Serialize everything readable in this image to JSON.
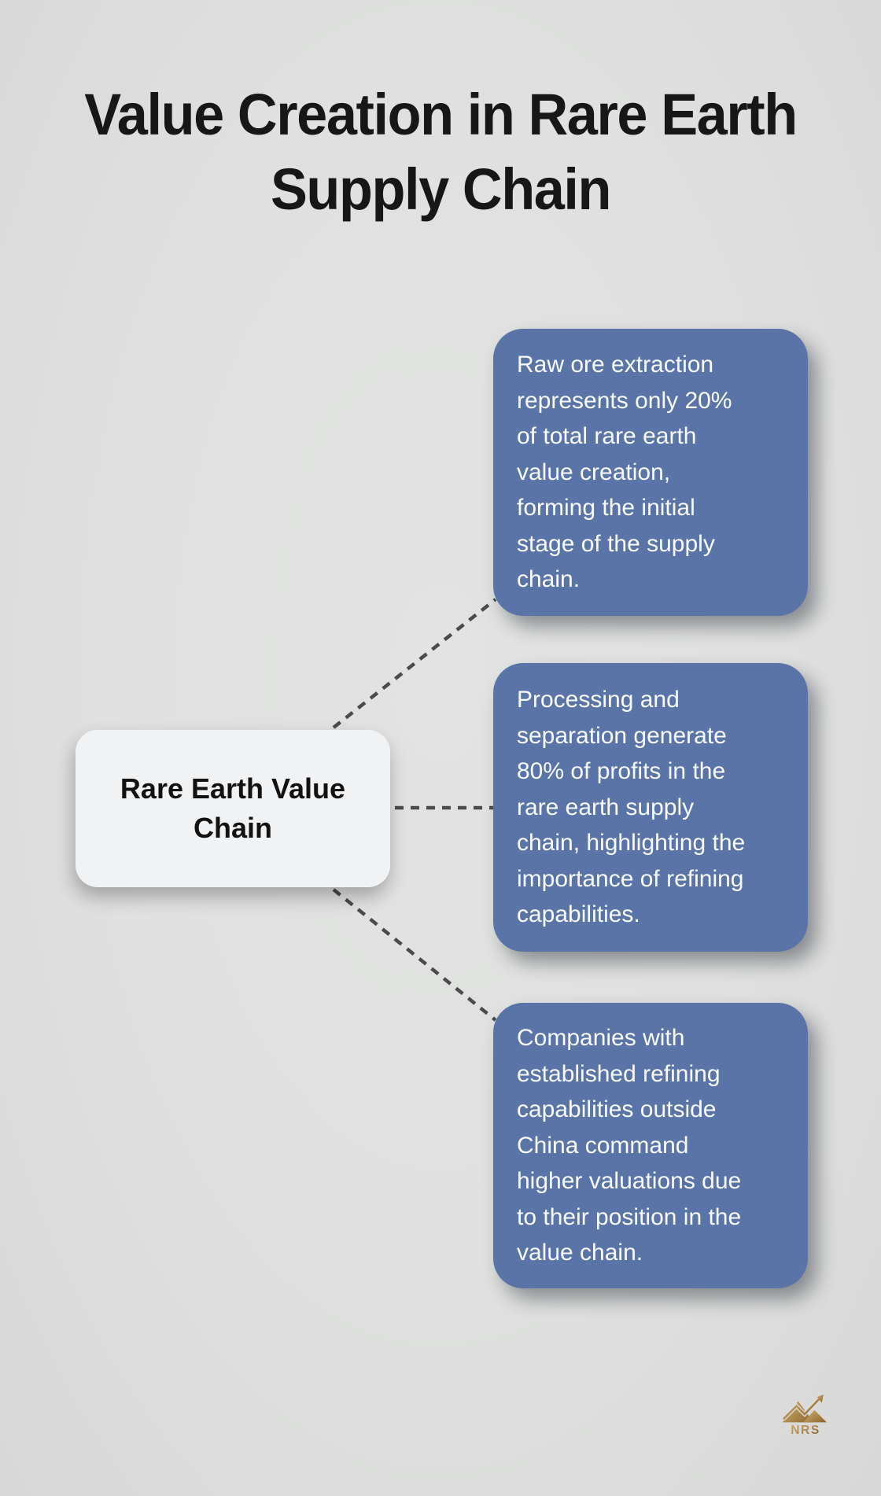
{
  "title": "Value Creation in Rare Earth\nSupply Chain",
  "center_node": {
    "label": "Rare Earth Value\nChain"
  },
  "info_boxes": [
    {
      "text": "Raw ore extraction\nrepresents only 20%\nof total rare earth\nvalue creation,\nforming the initial\nstage of the supply\nchain."
    },
    {
      "text": "Processing and\nseparation generate\n80% of profits in the\nrare earth supply\nchain, highlighting the\nimportance of refining\ncapabilities."
    },
    {
      "text": "Companies with\nestablished refining\ncapabilities outside\nChina command\nhigher valuations due\nto their position in the\nvalue chain."
    }
  ],
  "logo": {
    "text": "NRS",
    "icon": "mountains-arrow-icon"
  },
  "colors": {
    "background": "#dfe0df",
    "box_blue": "#5b74a8",
    "node_background": "#f1f2f4",
    "dash_gray": "#4b4b4b",
    "logo_gold": "#b08b4f",
    "title_text": "#171717",
    "box_text": "#fafbfd"
  }
}
